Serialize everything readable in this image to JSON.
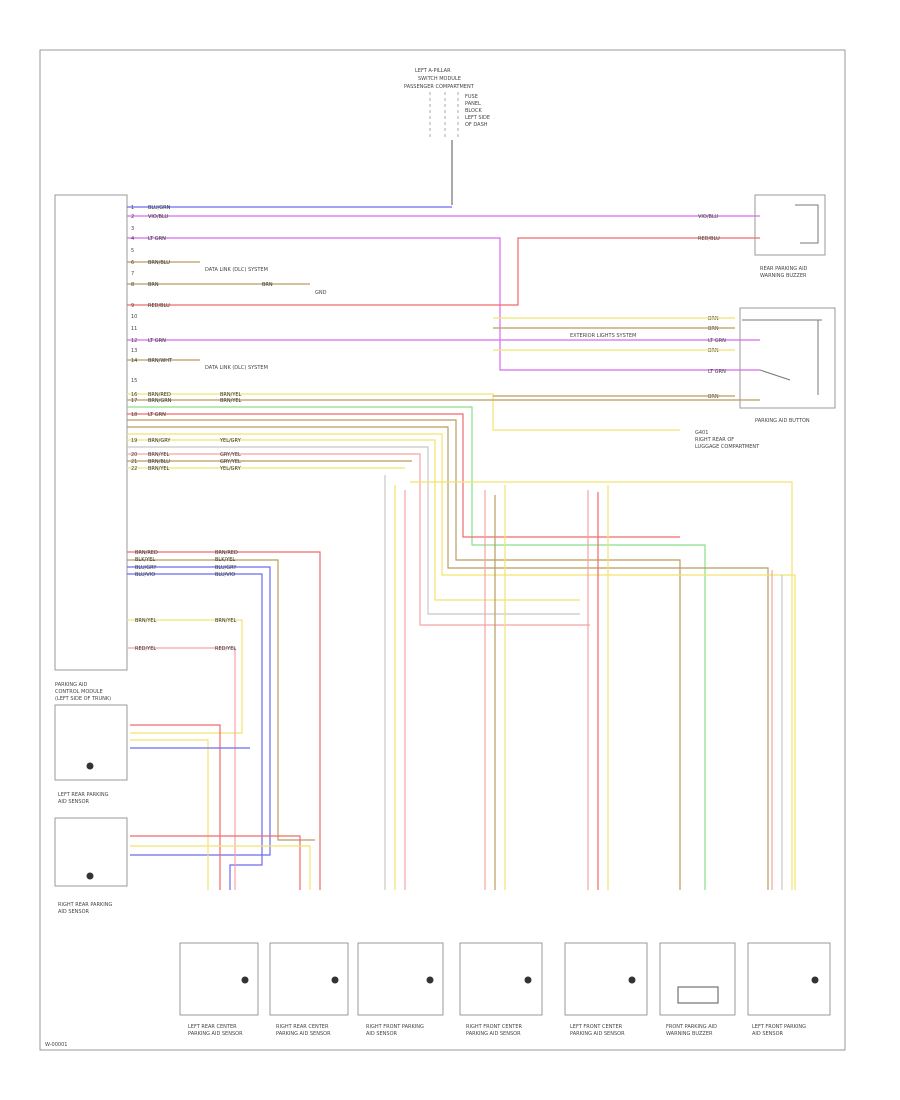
{
  "top_connector": {
    "lines": [
      "LEFT A-PILLAR",
      "SWITCH MODULE",
      "PASSENGER COMPARTMENT"
    ],
    "side_lines": [
      "FUSE",
      "PANEL",
      "BLOCK",
      "LEFT SIDE",
      "OF DASH"
    ]
  },
  "control_module": {
    "wires": [
      {
        "pin": "1",
        "color_code": "BLU/GRN"
      },
      {
        "pin": "2",
        "color_code": "VIO/BLU"
      },
      {
        "pin": "3",
        "color_code": ""
      },
      {
        "pin": "4",
        "color_code": "LT GRN"
      },
      {
        "pin": "5",
        "color_code": ""
      },
      {
        "pin": "6",
        "color_code": "BRN/BLU",
        "dest": "DATA LINK (DLC) SYSTEM"
      },
      {
        "pin": "7",
        "color_code": ""
      },
      {
        "pin": "8",
        "color_code": "BRN",
        "mid": "BRN",
        "dest": "GND"
      },
      {
        "pin": "9",
        "color_code": "RED/BLU"
      },
      {
        "pin": "10",
        "color_code": ""
      },
      {
        "pin": "11",
        "color_code": ""
      },
      {
        "pin": "12",
        "color_code": "LT GRN"
      },
      {
        "pin": "13",
        "color_code": ""
      },
      {
        "pin": "14",
        "color_code": "BRN/WHT",
        "dest": "DATA LINK (DLC) SYSTEM"
      },
      {
        "pin": "15",
        "color_code": ""
      },
      {
        "pin": "16",
        "color_code": "BRN/RED",
        "mid": "BRN/YEL"
      },
      {
        "pin": "17",
        "color_code": "BRN/GRN",
        "mid": "BRN/YEL"
      },
      {
        "pin": "18",
        "color_code": "LT GRN"
      },
      {
        "pin": "19",
        "color_code": "BRN/GRY",
        "mid": "YEL/GRY"
      },
      {
        "pin": "20",
        "color_code": "BRN/YEL",
        "mid": "GRY/YEL"
      },
      {
        "pin": "21",
        "color_code": "BRN/BLU",
        "mid": "GRY/YEL"
      },
      {
        "pin": "22",
        "color_code": "BRN/YEL",
        "mid": "YEL/GRY"
      }
    ],
    "lower_wires": [
      {
        "color_code": "BRN/RED",
        "mid": "BRN/RED"
      },
      {
        "color_code": "BLK/YEL",
        "mid": "BLK/YEL"
      },
      {
        "color_code": "BLU/GRY",
        "mid": "BLU/GRY"
      },
      {
        "color_code": "BLU/VIO",
        "mid": "BLU/VIO"
      },
      {
        "color_code": "BRN/YEL",
        "mid": "BRN/YEL"
      },
      {
        "color_code": "RED/YEL",
        "mid": "RED/YEL"
      }
    ]
  },
  "left_modules": [
    {
      "title_lines": [
        "PARKING AID",
        "CONTROL MODULE",
        "(LEFT SIDE OF TRUNK)"
      ]
    },
    {
      "title_lines": [
        "LEFT REAR PARKING",
        "AID SENSOR"
      ]
    },
    {
      "title_lines": [
        "RIGHT REAR PARKING",
        "AID SENSOR"
      ]
    }
  ],
  "right_components": [
    {
      "title_lines": [
        "REAR PARKING AID",
        "WARNING BUZZER"
      ],
      "wires": [
        "VIO/BLU",
        "RED/BLU"
      ]
    },
    {
      "title_lines": [
        "PARKING AID BUTTON"
      ],
      "wires": [
        "BRN",
        "BRN",
        "LT GRN",
        "BRN",
        "LT GRN",
        "BRN"
      ],
      "note": "EXTERIOR LIGHTS SYSTEM"
    },
    {
      "title_lines": [
        "G401",
        "RIGHT REAR OF",
        "LUGGAGE COMPARTMENT"
      ]
    }
  ],
  "bottom_sensors": [
    {
      "title_lines": [
        "LEFT REAR CENTER",
        "PARKING AID SENSOR"
      ]
    },
    {
      "title_lines": [
        "RIGHT REAR CENTER",
        "PARKING AID SENSOR"
      ]
    },
    {
      "title_lines": [
        "RIGHT FRONT PARKING",
        "AID SENSOR"
      ]
    },
    {
      "title_lines": [
        "RIGHT FRONT CENTER",
        "PARKING AID SENSOR"
      ]
    },
    {
      "title_lines": [
        "LEFT FRONT CENTER",
        "PARKING AID SENSOR"
      ]
    },
    {
      "title_lines": [
        "FRONT PARKING AID",
        "WARNING BUZZER"
      ]
    },
    {
      "title_lines": [
        "LEFT FRONT PARKING",
        "AID SENSOR"
      ]
    }
  ],
  "footer_code": "W-00001",
  "colors": {
    "blue": "#6b6bf2",
    "violet": "#d76cf0",
    "red": "#f06a6a",
    "pink": "#f5a3a3",
    "brown": "#b99c62",
    "yellow": "#f2e36f",
    "green": "#86e086",
    "gray": "#c8c8c8",
    "black": "#333333"
  }
}
